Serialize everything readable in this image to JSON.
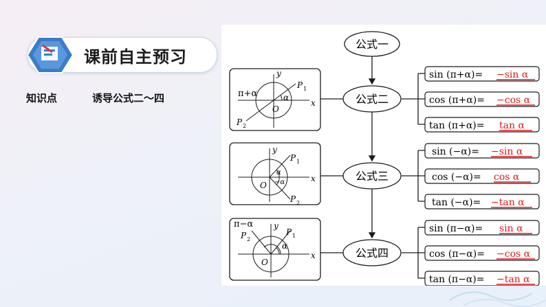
{
  "header": {
    "title": "课前自主预习"
  },
  "knowledge_point": {
    "label": "知识点",
    "topic": "诱导公式二～四"
  },
  "diagram": {
    "formula_nodes": [
      "公式一",
      "公式二",
      "公式三",
      "公式四"
    ],
    "figure_labels": {
      "y": "y",
      "x": "x",
      "o": "O",
      "p": "P",
      "sub1": "1",
      "sub2": "2",
      "f1_angle": "π+α",
      "f1_alpha": "α",
      "f2_alpha": "α",
      "f2_neg": "−α",
      "f3_angle": "π−α",
      "f3_alpha": "α"
    },
    "formula_groups": [
      [
        {
          "lhs": "sin (π+α)=",
          "rhs": "−sin α"
        },
        {
          "lhs": "cos (π+α)=",
          "rhs": "−cos α"
        },
        {
          "lhs": "tan (π+α)=",
          "rhs": "tan α"
        }
      ],
      [
        {
          "lhs": "sin (−α)=",
          "rhs": "−sin α"
        },
        {
          "lhs": "cos (−α)=",
          "rhs": "cos α"
        },
        {
          "lhs": "tan (−α)=",
          "rhs": "−tan α"
        }
      ],
      [
        {
          "lhs": "sin (π−α)=",
          "rhs": "sin α"
        },
        {
          "lhs": "cos (π−α)=",
          "rhs": "−cos α"
        },
        {
          "lhs": "tan (π−α)=",
          "rhs": "−tan α"
        }
      ]
    ]
  },
  "colors": {
    "answer": "#e0191c",
    "line": "#1a1a1a",
    "accent": "#2f6fc0"
  }
}
